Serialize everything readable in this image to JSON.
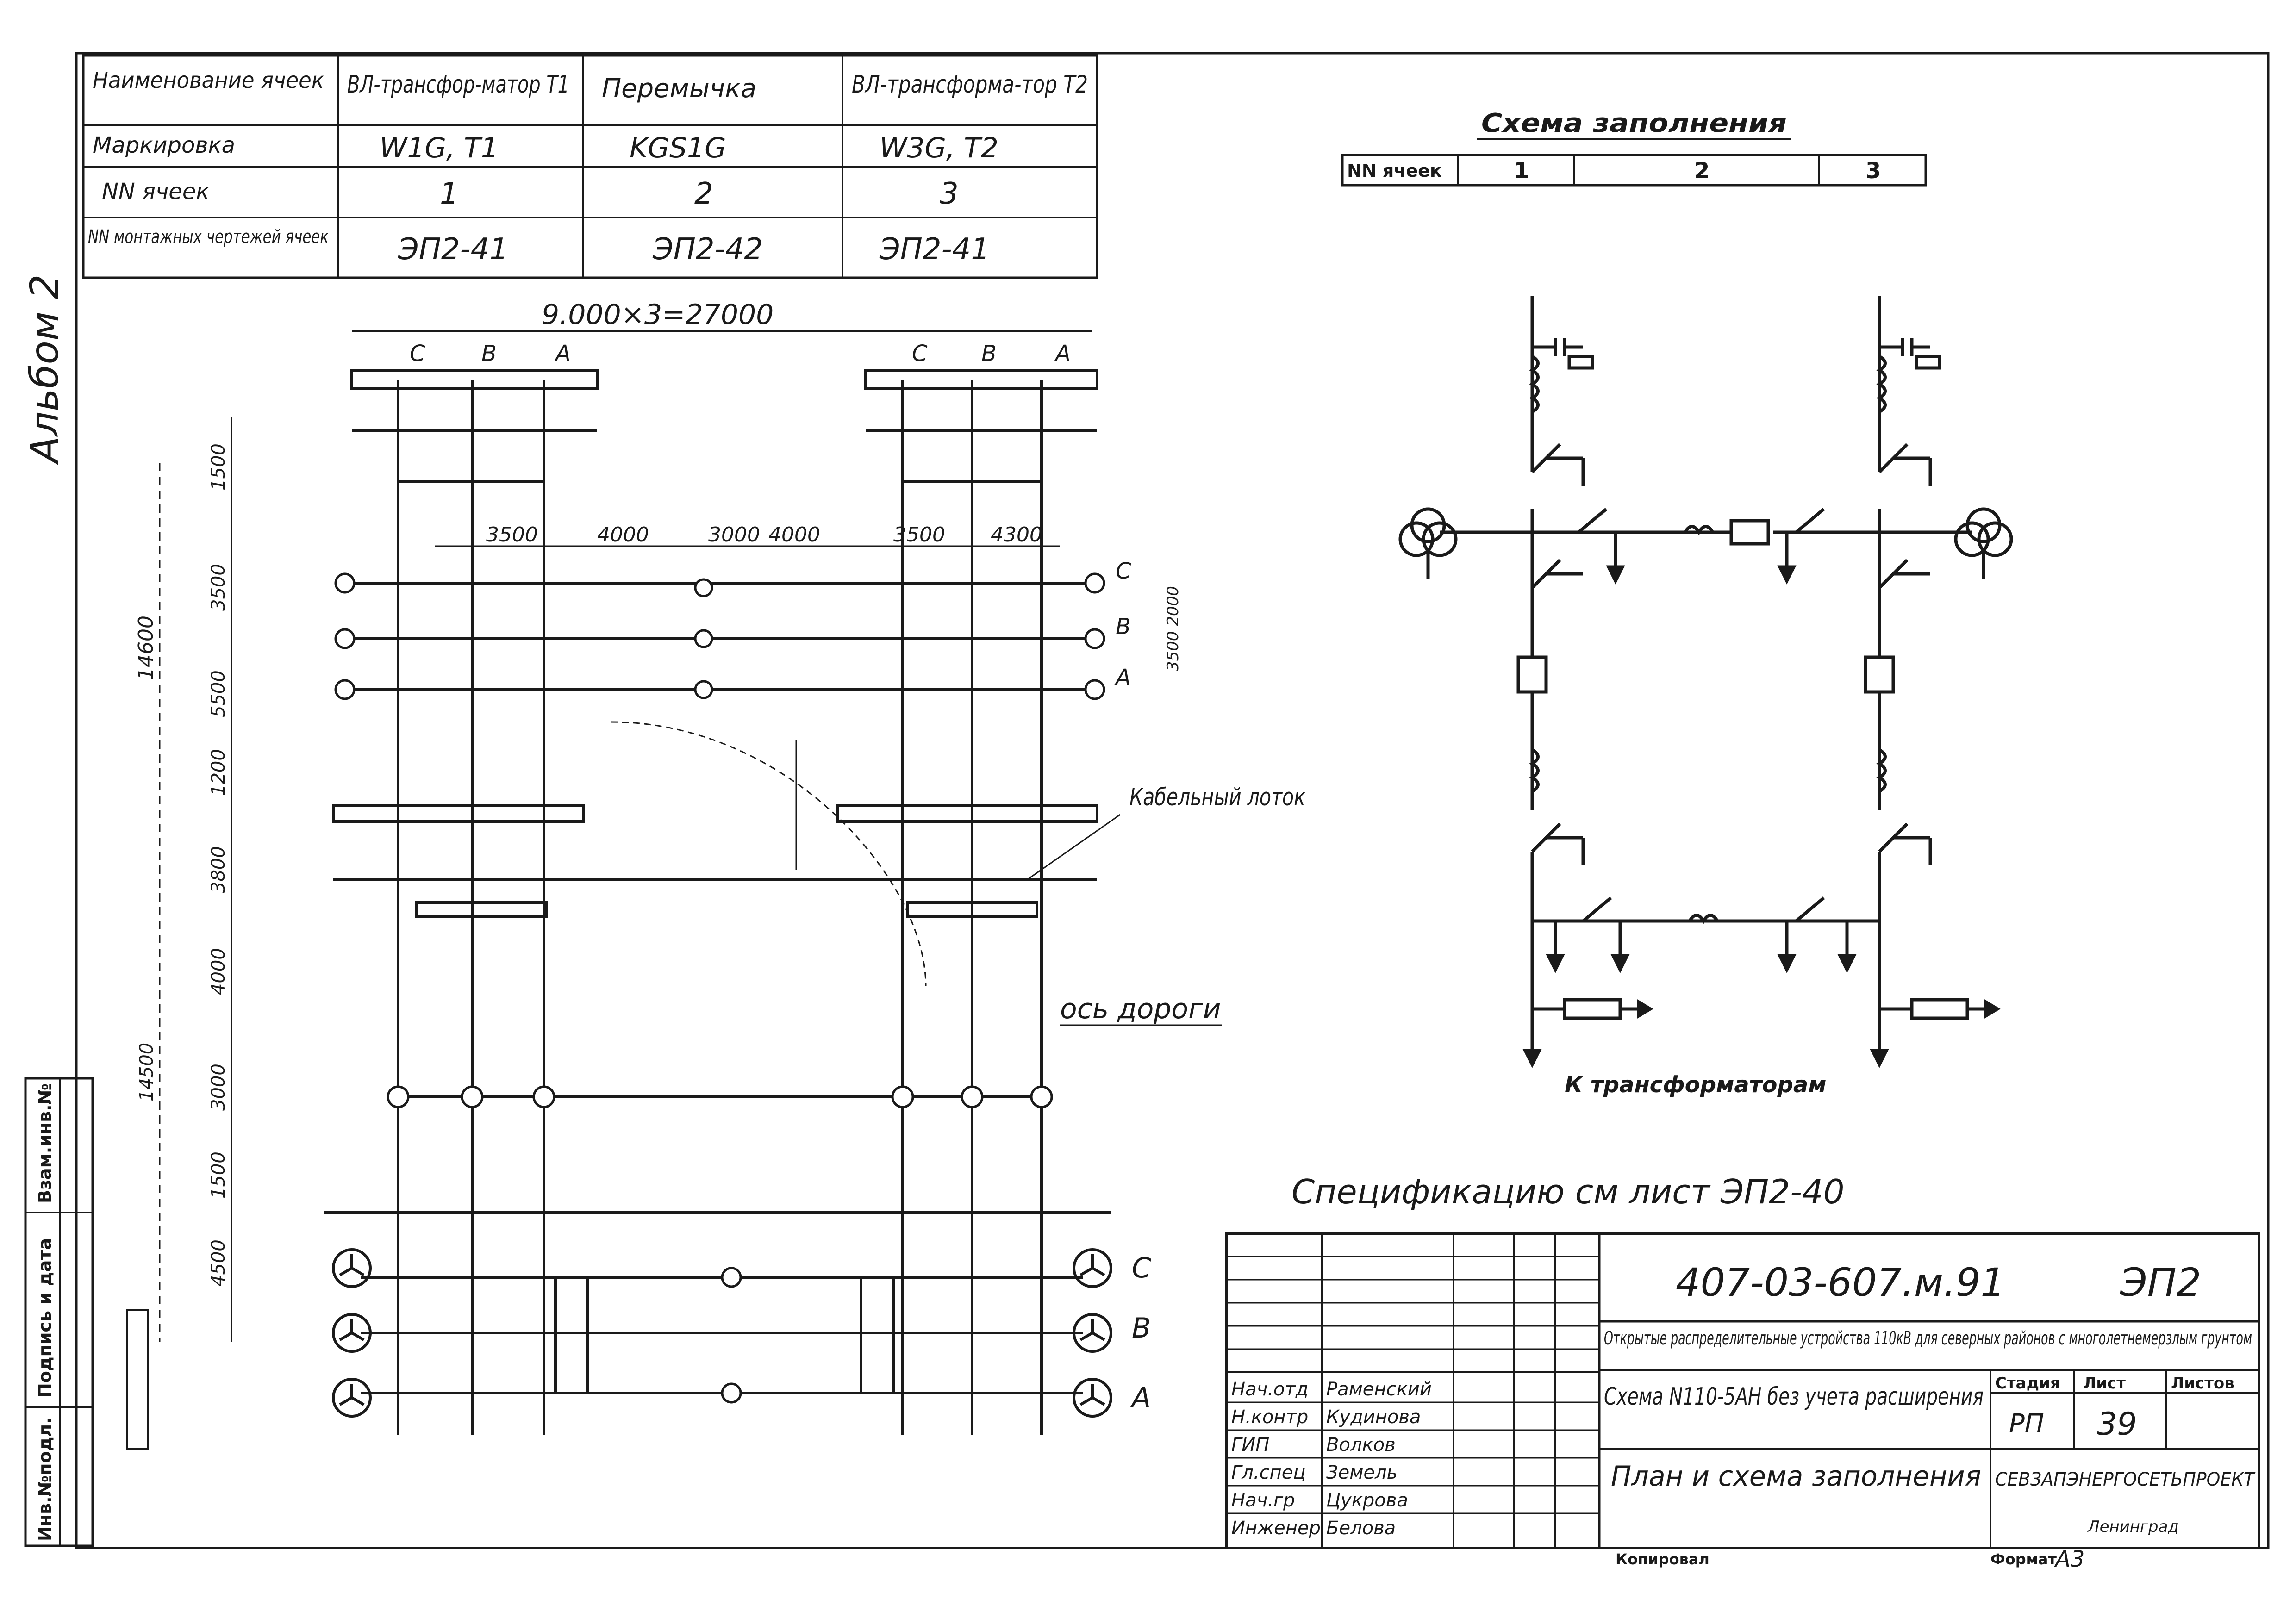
{
  "album_label": "Альбом 2",
  "cell_table": {
    "rows": [
      {
        "header": "Наименование ячеек",
        "cells": [
          "ВЛ-трансфор-матор Т1",
          "Перемычка",
          "ВЛ-трансформа-тор Т2"
        ]
      },
      {
        "header": "Маркировка",
        "cells": [
          "W1G, T1",
          "KGS1G",
          "W3G, T2"
        ]
      },
      {
        "header": "NN ячеек",
        "cells": [
          "1",
          "2",
          "3"
        ]
      },
      {
        "header": "NN монтажных чертежей ячеек",
        "cells": [
          "ЭП2-41",
          "ЭП2-42",
          "ЭП2-41"
        ]
      }
    ]
  },
  "fill_scheme": {
    "title": "Схема заполнения",
    "row_label": "NN ячеек",
    "cells": [
      "1",
      "2",
      "3"
    ],
    "bottom_caption": "К трансформаторам"
  },
  "plan": {
    "overall_dim": "9.000×3=27000",
    "phase_top_left": [
      "C",
      "B",
      "A"
    ],
    "phase_top_right": [
      "C",
      "B",
      "A"
    ],
    "phase_right_mid": [
      "C",
      "B",
      "A"
    ],
    "phase_right_bottom": [
      "C",
      "B",
      "A"
    ],
    "dims_top": [
      "3500",
      "4000",
      "3000",
      "4000",
      "3500",
      "4300"
    ],
    "dims_left": [
      "1500",
      "3500",
      "5500",
      "1200",
      "3800",
      "4000",
      "14500",
      "3000",
      "4500",
      "1500"
    ],
    "dim_left_total": "14600",
    "dim_right": "3500 2000",
    "cable_tray": "Кабельный лоток",
    "road_axis": "ось дороги"
  },
  "spec_note": "Спецификацию см лист ЭП2-40",
  "side_stamp": [
    "Инв.№подл.",
    "Подпись и дата",
    "Взам.инв.№"
  ],
  "title_block": {
    "code": "407-03-607.м.91",
    "sheet_code": "ЭП2",
    "description": "Открытые распределительные устройства 110кВ для северных районов с многолетнемерзлым грунтом",
    "scheme": "Схема N110-5АН без учета расширения",
    "drawing_title": "План и схема заполнения",
    "stage_label": "Стадия",
    "sheet_label": "Лист",
    "sheets_label": "Листов",
    "stage": "РП",
    "sheet": "39",
    "organization": "СЕВЗАПЭНЕРГОСЕТЬПРОЕКТ",
    "city": "Ленинград",
    "copied": "Копировал",
    "format_label": "Формат",
    "format": "А3",
    "staff": [
      {
        "role": "Нач.отд",
        "name": "Раменский"
      },
      {
        "role": "Н.контр",
        "name": "Кудинова"
      },
      {
        "role": "ГИП",
        "name": "Волков"
      },
      {
        "role": "Гл.спец",
        "name": "Земель"
      },
      {
        "role": "Нач.гр",
        "name": "Цукрова"
      },
      {
        "role": "Инженер",
        "name": "Белова"
      }
    ]
  }
}
